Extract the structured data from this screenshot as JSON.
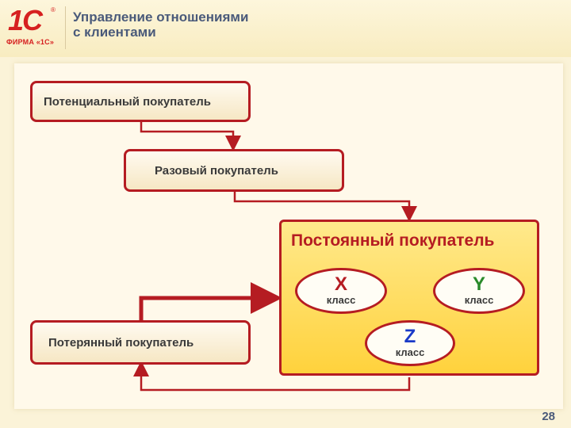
{
  "logo": {
    "mark": "1С",
    "registered": "®",
    "company": "ФИРМА «1С»"
  },
  "header": {
    "title_line1": "Управление отношениями",
    "title_line2": "с клиентами"
  },
  "diagram": {
    "potential": "Потенциальный покупатель",
    "one_time": "Разовый покупатель",
    "regular": "Постоянный покупатель",
    "lost": "Потерянный покупатель",
    "class_x_letter": "X",
    "class_y_letter": "Y",
    "class_z_letter": "Z",
    "class_word": "класс"
  },
  "colors": {
    "accent": "#b51c22",
    "x": "#b51c22",
    "y": "#2a8a2a",
    "z": "#1a3ac8"
  },
  "footer": {
    "page_number": "28"
  }
}
